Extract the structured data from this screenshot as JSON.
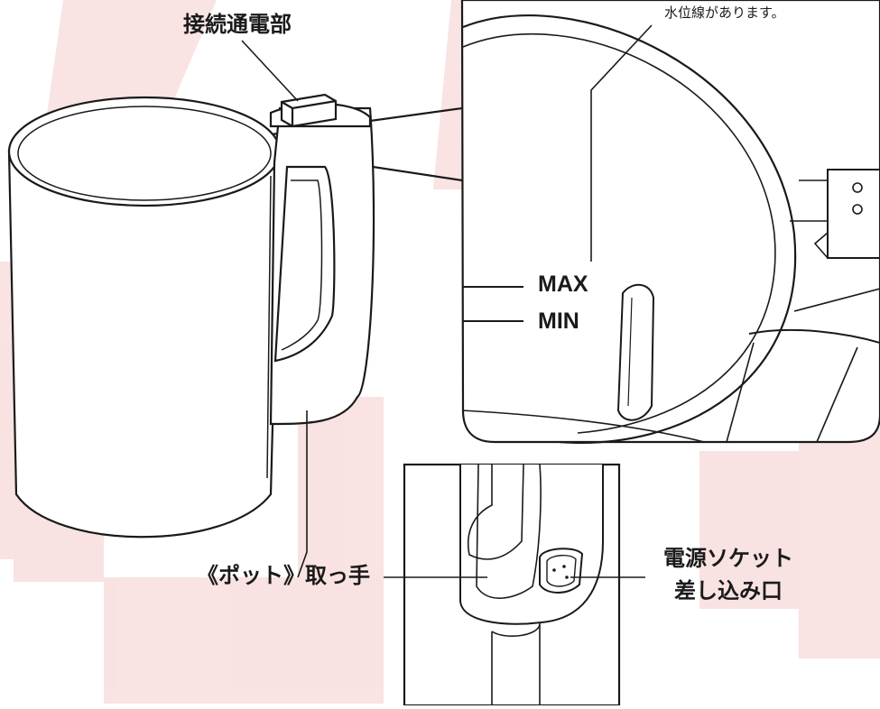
{
  "labels": {
    "water_level_note": "水位線があります。",
    "contact_part": "接続通電部",
    "max_mark": "MAX",
    "min_mark": "MIN",
    "pot_handle": "《ポット》取っ手",
    "power_socket_line1": "電源ソケット",
    "power_socket_line2": "差し込み口"
  },
  "colors": {
    "ink": "#1a1a1a",
    "watermark": "#f7d9d9",
    "background": "#ffffff"
  }
}
